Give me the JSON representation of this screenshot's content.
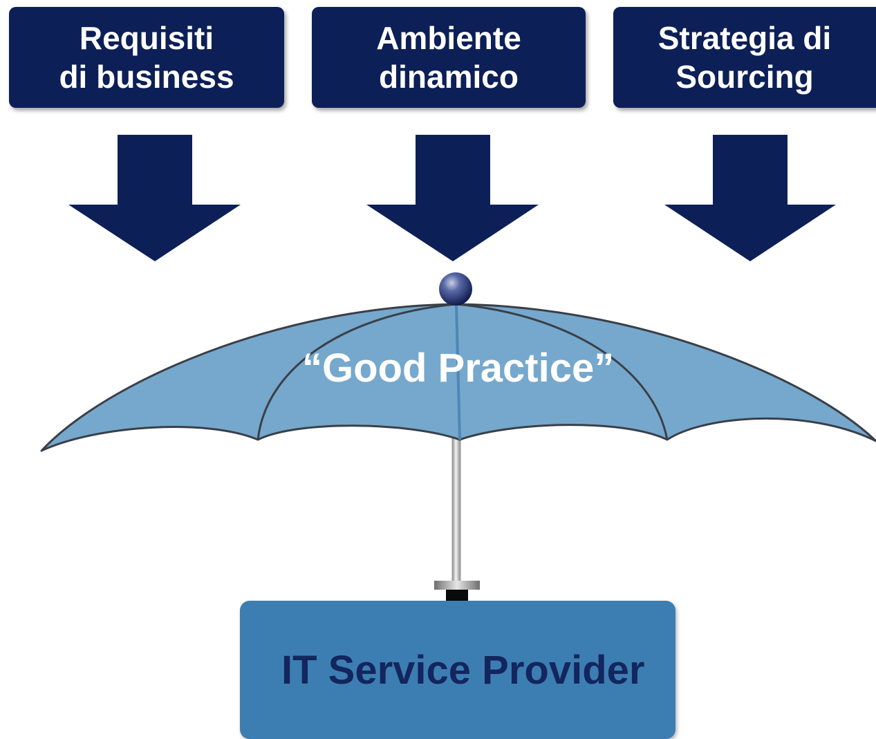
{
  "top_boxes": [
    {
      "line1": "Requisiti",
      "line2": "di business"
    },
    {
      "line1": "Ambiente",
      "line2": "dinamico"
    },
    {
      "line1": "Strategia di",
      "line2": "Sourcing"
    }
  ],
  "umbrella": {
    "label": "“Good Practice”"
  },
  "provider": {
    "label": "IT Service Provider"
  },
  "colors": {
    "navy": "#0d1f57",
    "canopy": "#75a8cc",
    "canopy_outline": "#3a3f48",
    "provider_box": "#3d7eb2",
    "provider_text": "#13265e"
  }
}
